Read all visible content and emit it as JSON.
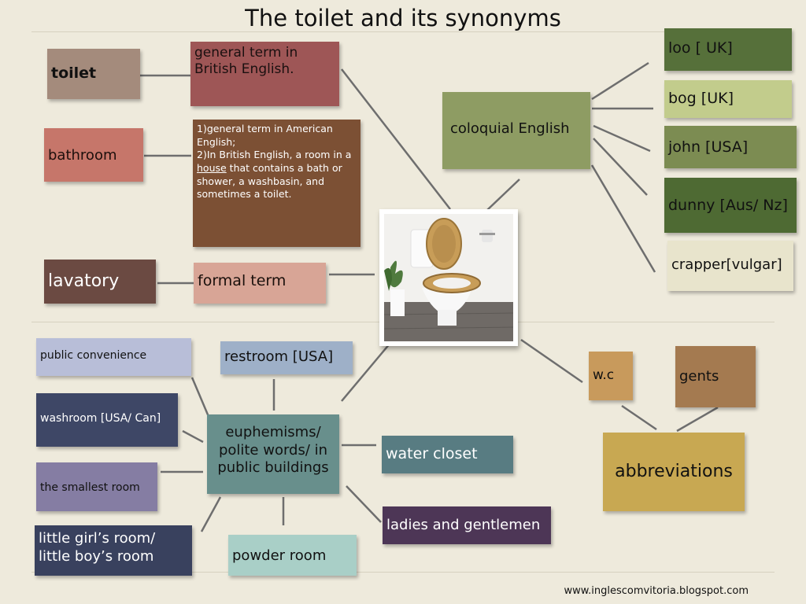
{
  "title": "The toilet and its synonyms",
  "footer": "www.inglescomvitoria.blogspot.com",
  "nodes": {
    "toilet": "toilet",
    "toilet_desc": "general term in British English.",
    "bathroom": "bathroom",
    "bathroom_desc": {
      "line1": "1)general term in American English;",
      "line2a": "2)In British English, a room in a ",
      "line2_link": "house",
      "line2b": " that contains a bath or shower, a washbasin, and sometimes a toilet."
    },
    "lavatory": "lavatory",
    "lavatory_desc": "formal term",
    "colloquial": "coloquial English",
    "loo": "loo [ UK]",
    "bog": "bog [UK]",
    "john": "john  [USA]",
    "dunny": "dunny [Aus/ Nz]",
    "crapper": "crapper[vulgar]",
    "public_convenience": "public convenience",
    "restroom": "restroom [USA]",
    "washroom": "washroom [USA/ Can]",
    "euphemisms": "euphemisms/ polite words/ in public buildings",
    "water_closet": "water closet",
    "smallest_room": "the smallest room",
    "girls_boys_room": "little girl’s room/ little boy’s room",
    "powder_room": "powder room",
    "ladies_gentlemen": "ladies and gentlemen",
    "wc": "w.c",
    "gents": "gents",
    "abbreviations": "abbreviations"
  },
  "colors": {
    "background": "#eeeadc",
    "toilet": "#a48b7c",
    "toilet_desc": "#9e5656",
    "bathroom": "#c6766a",
    "bathroom_desc": "#7c5034",
    "lavatory": "#6b4a42",
    "lavatory_desc": "#d8a596",
    "colloquial": "#8e9c63",
    "loo": "#56703a",
    "bog": "#c2cc8c",
    "john": "#7c8c52",
    "dunny": "#4e6a33",
    "crapper": "#e8e4cc",
    "public_convenience": "#b8bed8",
    "restroom": "#9eb0c8",
    "washroom": "#3e4766",
    "euphemisms": "#688f8c",
    "water_closet": "#587c82",
    "smallest_room": "#857da3",
    "girls_boys_room": "#39415e",
    "powder_room": "#a9cfc7",
    "ladies_gentlemen": "#4d3656",
    "wc": "#c89a5c",
    "gents": "#a47a50",
    "abbreviations": "#c8a852",
    "connector": "#6e6e6e"
  }
}
